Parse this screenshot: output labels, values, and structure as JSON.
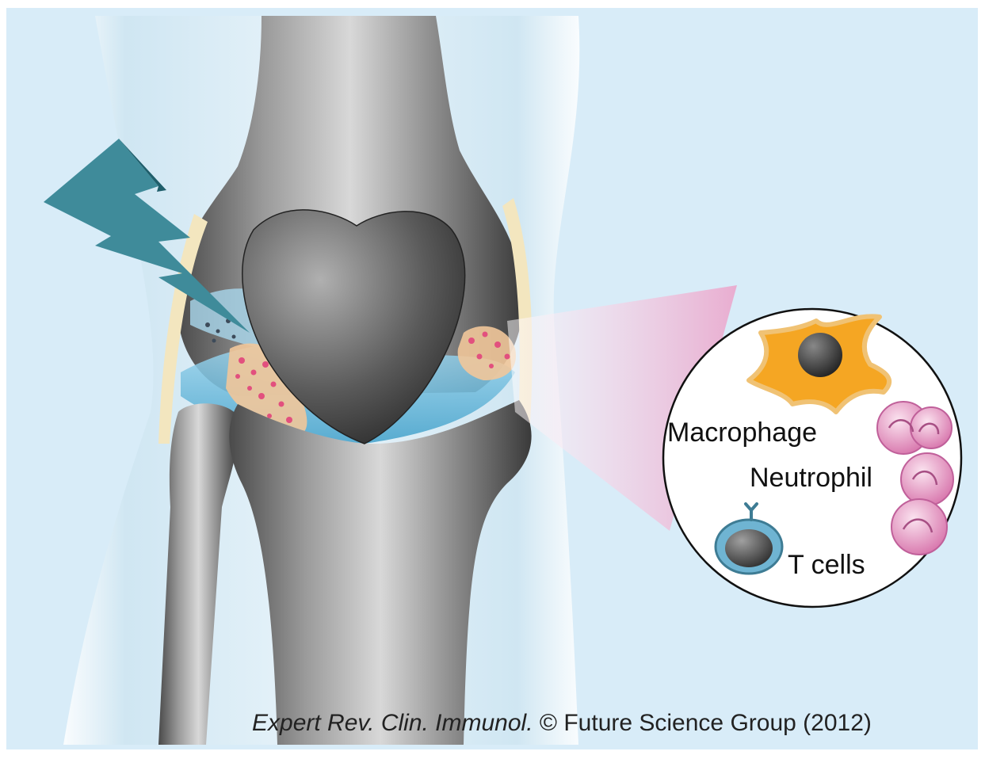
{
  "figure": {
    "colors": {
      "background": "#d8ecf8",
      "bone": "#8a8a8a",
      "cartilage": "#5fb8dc",
      "lightning": "#3f8b9a",
      "magnify": "#f2b8d4",
      "macrophage": "#f5a623",
      "neutrophil": "#e38fc0",
      "t_cell": "#3e7c94"
    },
    "labels": {
      "macrophage": "Macrophage",
      "neutrophil": "Neutrophil",
      "t_cells": "T cells"
    },
    "credit": {
      "journal": "Expert Rev. Clin. Immunol.",
      "rest": "© Future Science Group (2012)"
    }
  }
}
